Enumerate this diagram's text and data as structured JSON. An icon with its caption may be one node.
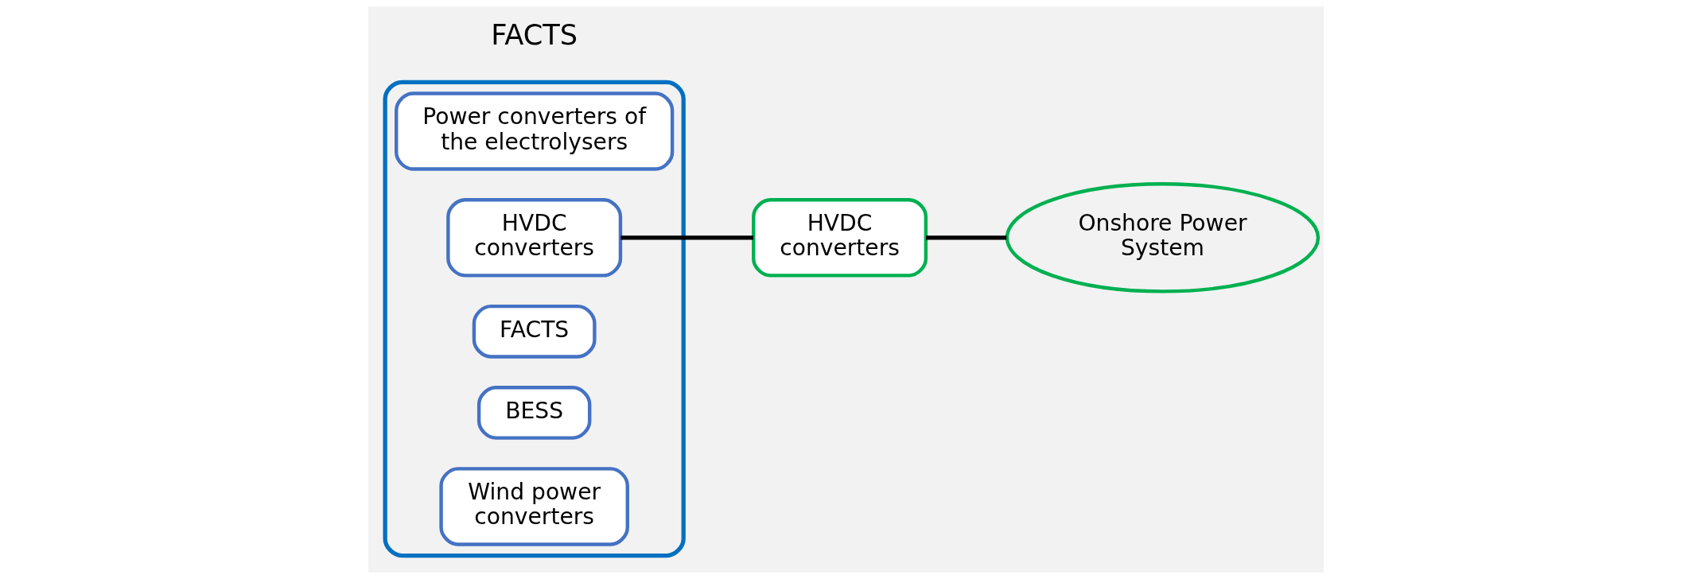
{
  "diagram": {
    "nodes": [
      {
        "text": [],
        "shape": "cloud"
      },
      {
        "text": [
          "Power converters of the electrolysers"
        ],
        "in": 0
      },
      {
        "text": [
          "HVDC converters"
        ],
        "in": 0
      },
      {
        "text": [
          "FACTS"
        ],
        "in": 0
      },
      {
        "text": [
          "BESS"
        ],
        "in": 0
      },
      {
        "text": [
          "Wind power converters"
        ],
        "in": 0
      },
      {
        "text": [
          "HVDC converters"
        ]
      },
      {
        "text": [
          "Onshore Power System"
        ]
      }
    ],
    "edges": [
      {
        "from": 2,
        "to": 6,
        "arrow": "none"
      },
      {
        "from": 6,
        "to": 7,
        "arrow": "none"
      }
    ],
    "labels": [
      "FACTS"
    ]
  }
}
